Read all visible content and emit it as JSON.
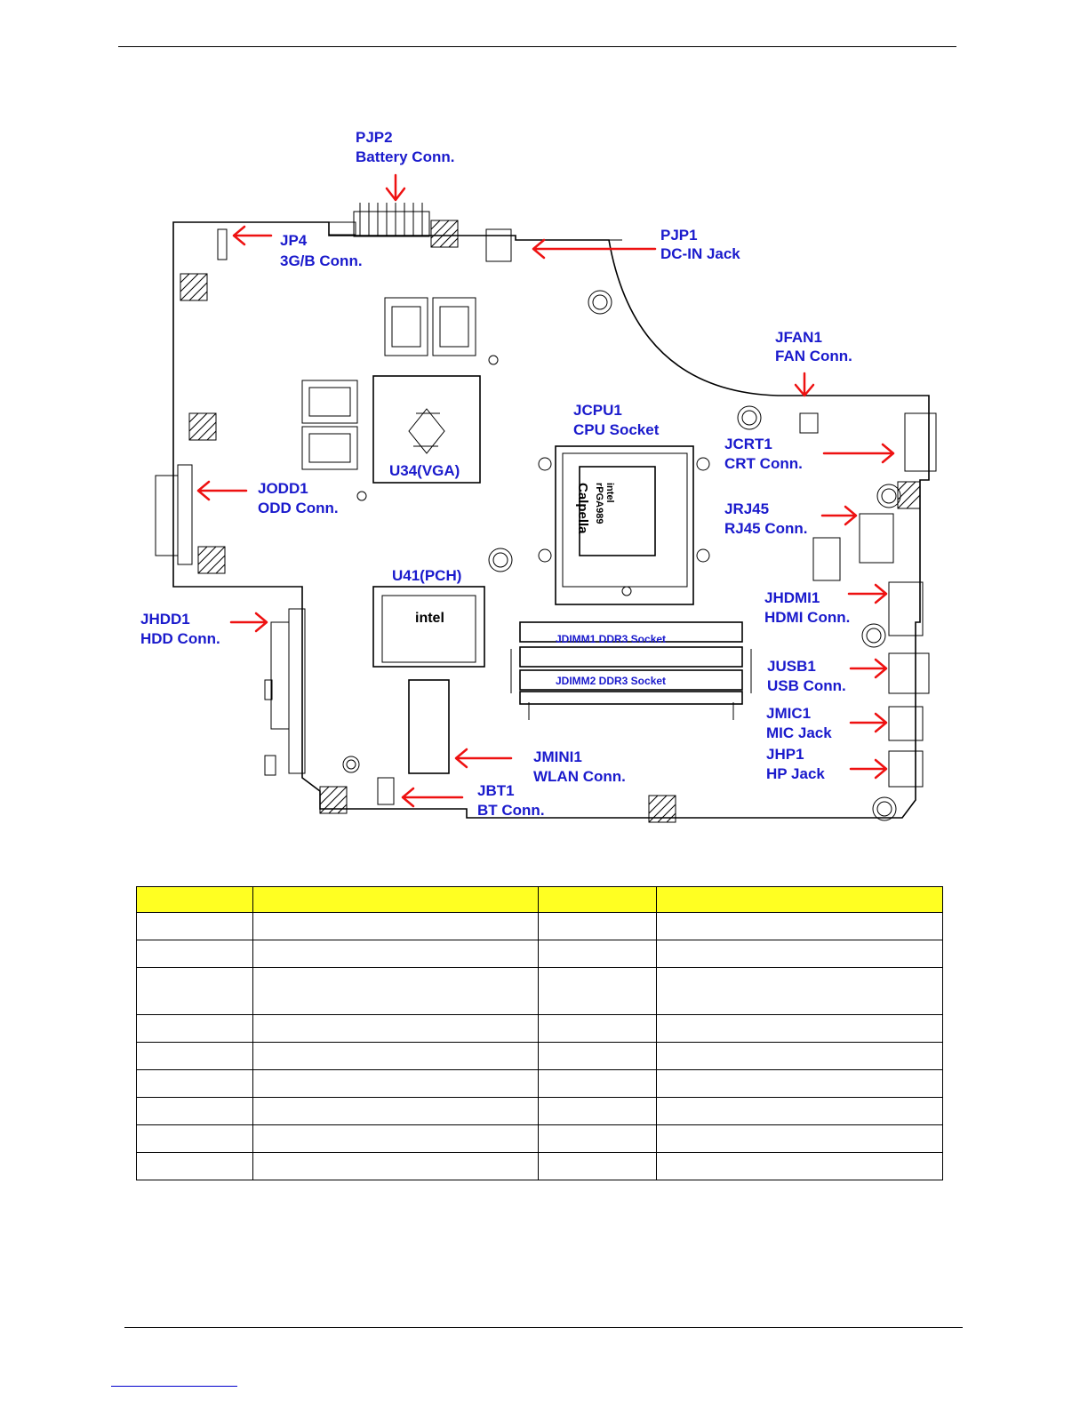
{
  "callouts": {
    "pjp2": {
      "ref": "PJP2",
      "desc": "Battery Conn."
    },
    "jp4": {
      "ref": "JP4",
      "desc": "3G/B Conn."
    },
    "pjp1": {
      "ref": "PJP1",
      "desc": "DC-IN Jack"
    },
    "jfan1": {
      "ref": "JFAN1",
      "desc": "FAN Conn."
    },
    "jcpu1": {
      "ref": "JCPU1",
      "desc": "CPU Socket"
    },
    "jcrt1": {
      "ref": "JCRT1",
      "desc": "CRT Conn."
    },
    "jodd1": {
      "ref": "JODD1",
      "desc": "ODD Conn."
    },
    "jrj45": {
      "ref": "JRJ45",
      "desc": "RJ45 Conn."
    },
    "jhdmi1": {
      "ref": "JHDMI1",
      "desc": "HDMI Conn."
    },
    "jhdd1": {
      "ref": "JHDD1",
      "desc": "HDD Conn."
    },
    "jusb1": {
      "ref": "JUSB1",
      "desc": "USB Conn."
    },
    "jmic1": {
      "ref": "JMIC1",
      "desc": "MIC Jack"
    },
    "jhp1": {
      "ref": "JHP1",
      "desc": "HP Jack"
    },
    "jmini1": {
      "ref": "JMINI1",
      "desc": "WLAN Conn."
    },
    "jbt1": {
      "ref": "JBT1",
      "desc": "BT Conn."
    }
  },
  "chips": {
    "u34": "U34(VGA)",
    "u41": "U41(PCH)"
  },
  "slots": {
    "jdimm1": "JDIMM1 DDR3 Socket",
    "jdimm2": "JDIMM2 DDR3 Socket"
  },
  "cpu_marking": {
    "line1": "intel",
    "line2": "rPGA989",
    "line3": "Calpella"
  },
  "pch_marking": "intel",
  "table": {
    "header": [
      "",
      "",
      "",
      ""
    ],
    "rows": [
      [
        "",
        "",
        "",
        ""
      ],
      [
        "",
        "",
        "",
        ""
      ],
      [
        "",
        "",
        "",
        ""
      ],
      [
        "",
        "",
        "",
        ""
      ],
      [
        "",
        "",
        "",
        ""
      ],
      [
        "",
        "",
        "",
        ""
      ],
      [
        "",
        "",
        "",
        ""
      ],
      [
        "",
        "",
        "",
        ""
      ],
      [
        "",
        "",
        "",
        ""
      ]
    ]
  },
  "colors": {
    "label_blue": "#1a1acc",
    "arrow_red": "#ee1111",
    "table_header_yellow": "#ffff22"
  }
}
